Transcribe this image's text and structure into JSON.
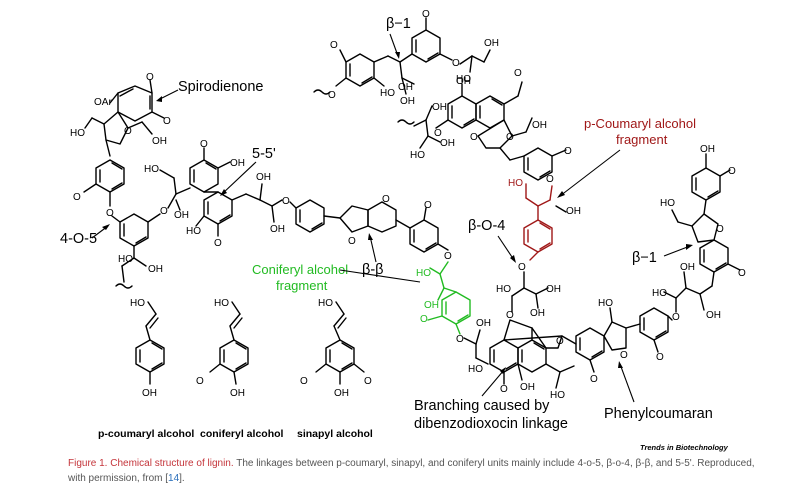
{
  "labels": {
    "spirodienone": "Spirodienone",
    "link_55": "5-5'",
    "link_4o5": "4-O-5",
    "link_bb": "β-β",
    "link_b1_top": "β−1",
    "link_b1_right": "β−1",
    "link_bo4": "β-O-4",
    "coniferyl_fragment_l1": "Coniferyl alcohol",
    "coniferyl_fragment_l2": "fragment",
    "coumaryl_fragment_l1": "p-Coumaryl alcohol",
    "coumaryl_fragment_l2": "fragment",
    "branching_l1": "Branching caused by",
    "branching_l2": "dibenzodioxocin linkage",
    "phenylcoumaran": "Phenylcoumaran"
  },
  "monomers": [
    {
      "name": "p-coumaryl alcohol"
    },
    {
      "name": "coniferyl alcohol"
    },
    {
      "name": "sinapyl alcohol"
    }
  ],
  "atoms": {
    "oh": "OH",
    "ho": "HO",
    "o": "O",
    "oar": "OAr",
    "ome": "O"
  },
  "journal_badge": "Trends in Biotechnology",
  "caption": {
    "title": "Figure 1. Chemical structure of lignin.",
    "body": " The linkages between p-coumaryl, sinapyl, and coniferyl units mainly include 4-o-5, β-o-4, β-β, and 5-5'. Reproduced, with permission, from [",
    "ref": "14",
    "tail": "]."
  },
  "colors": {
    "green": "#22bb22",
    "red": "#a01818",
    "caption_title": "#c4343a",
    "caption_text": "#555555",
    "link": "#2a6fbb"
  }
}
